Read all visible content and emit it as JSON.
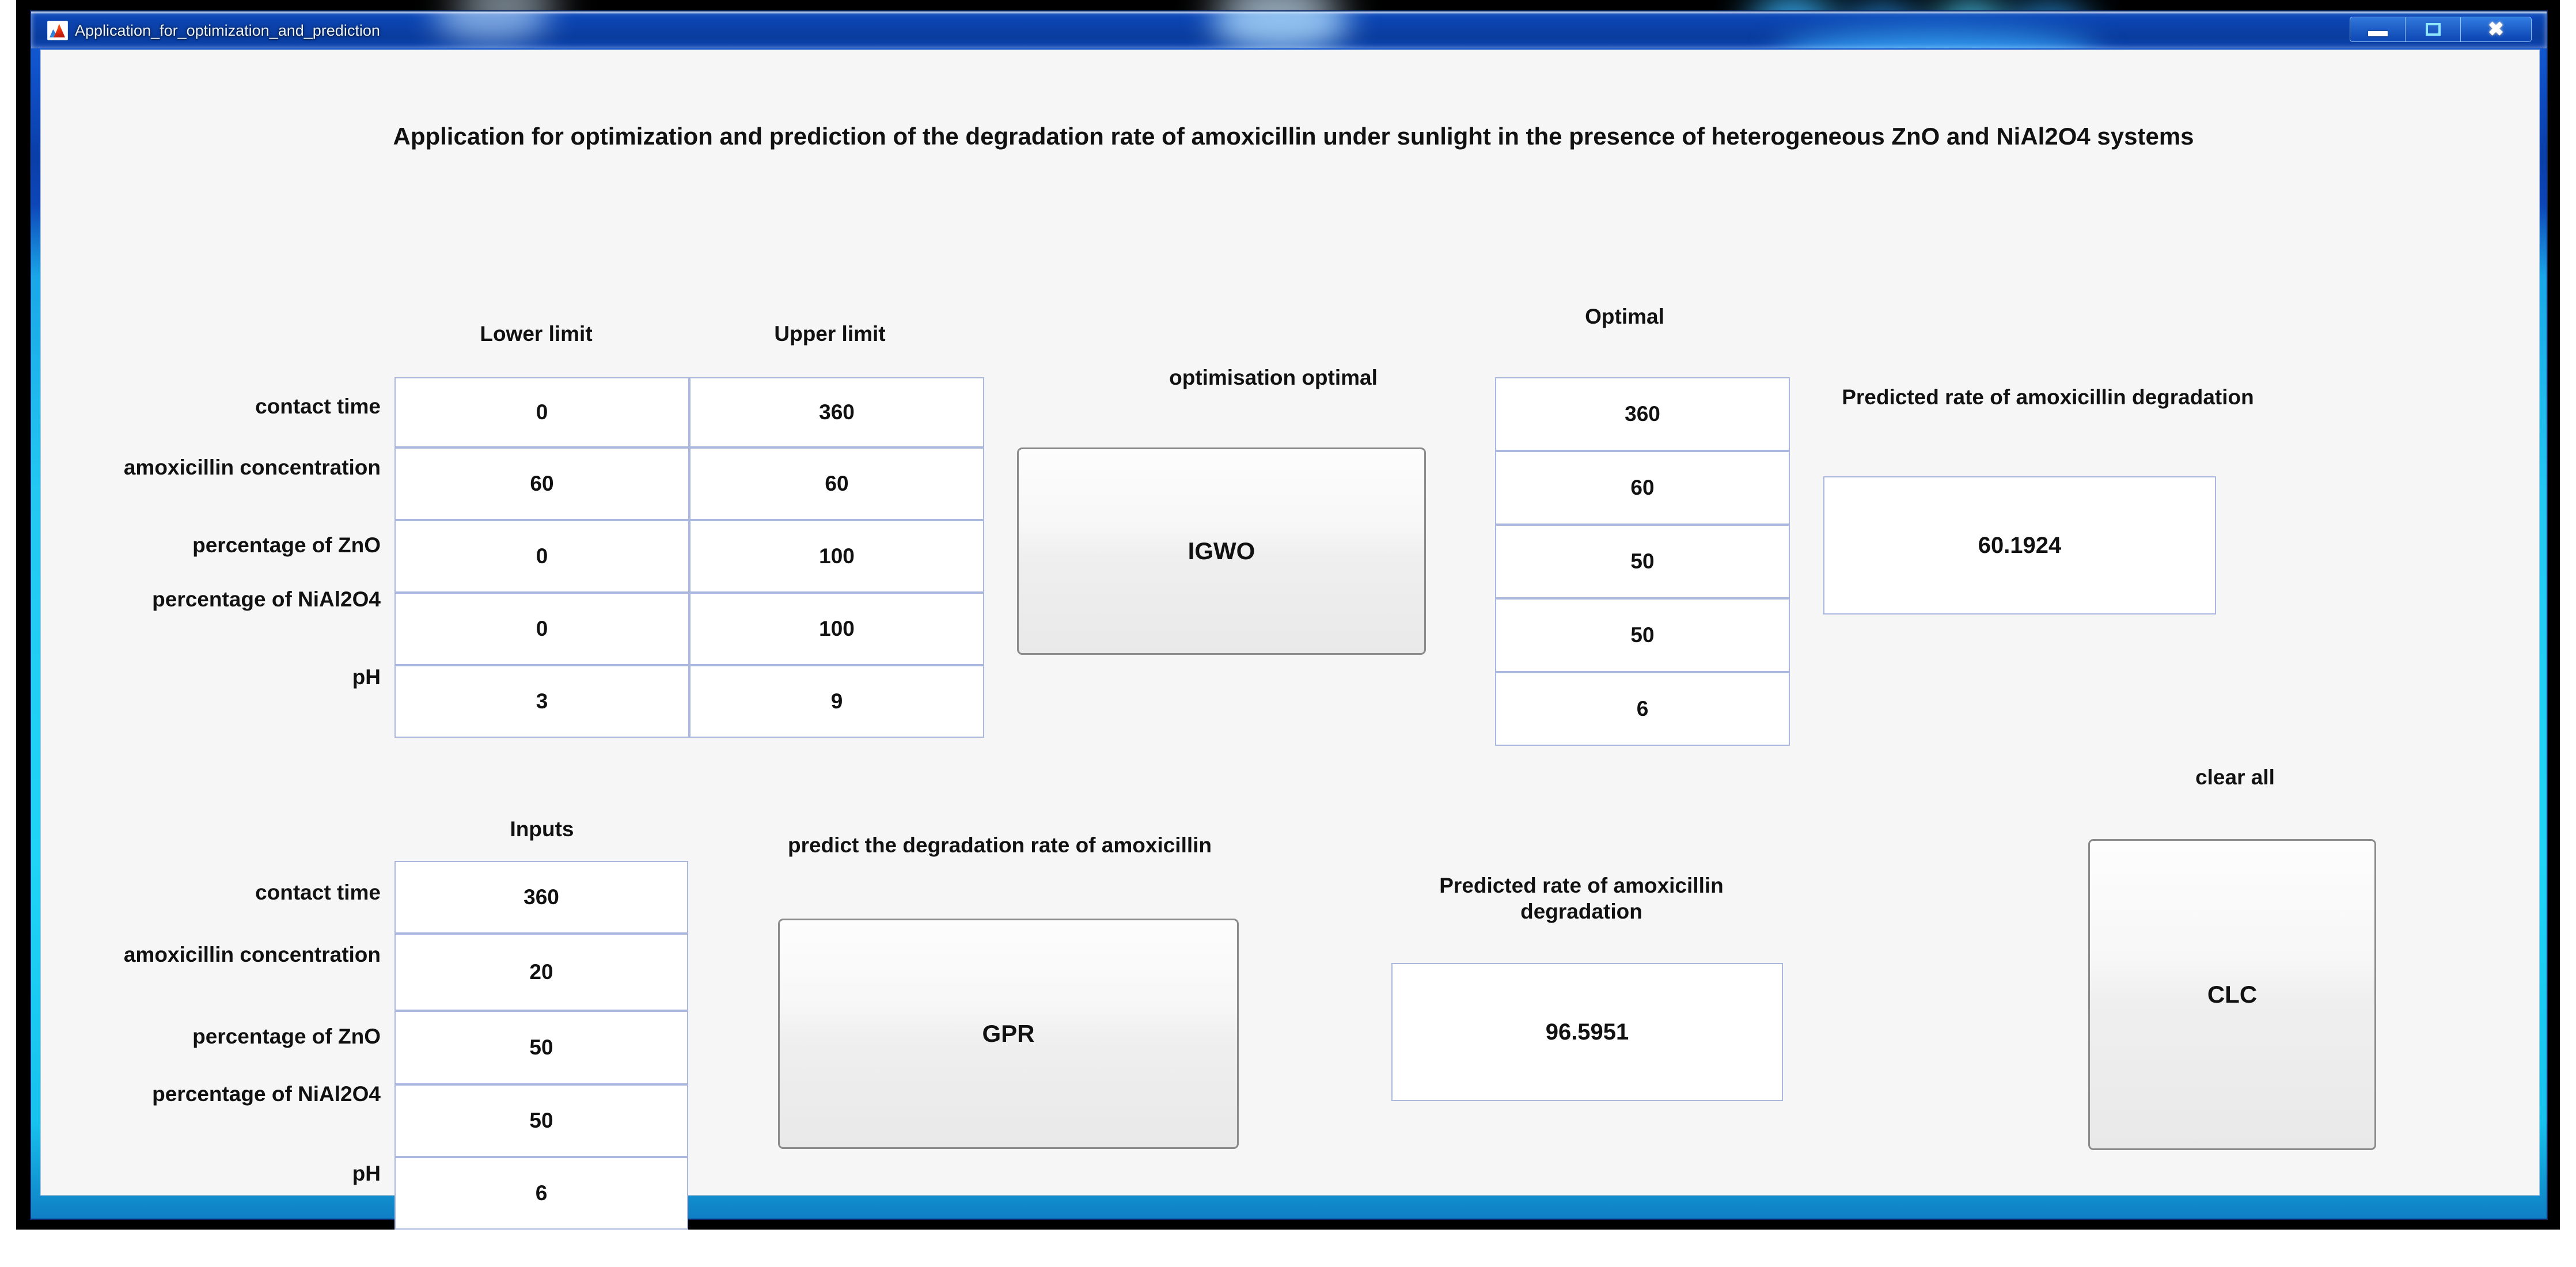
{
  "window": {
    "title": "Application_for_optimization_and_prediction",
    "icon": "matlab-membrane-icon",
    "controls": {
      "minimize": "minimize-icon",
      "maximize": "maximize-icon",
      "close": "close-icon"
    },
    "accent_title_bar": "#0b42ac",
    "accent_frame": "#1fd4f7",
    "client_bg": "#f6f6f6",
    "cell_border": "#aab8e0",
    "button_border": "#8b8b8b"
  },
  "headline": "Application for optimization and prediction of the degradation rate of amoxicillin under sunlight in the presence of heterogeneous ZnO and NiAl2O4 systems",
  "optimization": {
    "row_labels": [
      "contact time",
      "amoxicillin concentration",
      "percentage of ZnO",
      "percentage of NiAl2O4",
      "pH"
    ],
    "columns": {
      "lower": "Lower limit",
      "upper": "Upper limit",
      "optimal": "Optimal"
    },
    "lower_limits": [
      "0",
      "60",
      "0",
      "0",
      "3"
    ],
    "upper_limits": [
      "360",
      "60",
      "100",
      "100",
      "9"
    ],
    "optimal_values": [
      "360",
      "60",
      "50",
      "50",
      "6"
    ],
    "run_label": "optimisation optimal",
    "run_button": "IGWO",
    "result_label": "Predicted rate of amoxicillin degradation",
    "result_value": "60.1924"
  },
  "prediction": {
    "inputs_header": "Inputs",
    "row_labels": [
      "contact time",
      "amoxicillin concentration",
      "percentage of ZnO",
      "percentage of NiAl2O4",
      "pH"
    ],
    "input_values": [
      "360",
      "20",
      "50",
      "50",
      "6"
    ],
    "run_label": "predict the degradation rate of amoxicillin",
    "run_button": "GPR",
    "result_label": "Predicted rate of amoxicillin degradation",
    "result_value": "96.5951"
  },
  "clear": {
    "label": "clear all",
    "button": "CLC"
  }
}
